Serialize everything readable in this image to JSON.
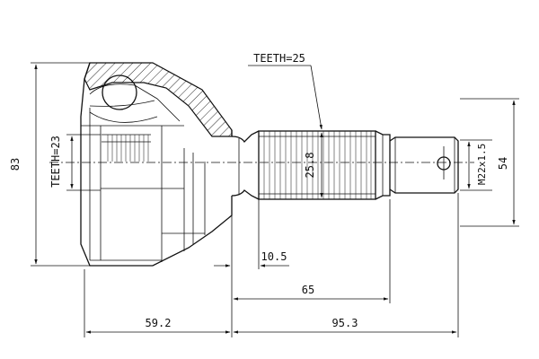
{
  "labels": {
    "teeth_outer": "TEETH=25",
    "teeth_inner": "TEETH=23",
    "spline_dia": "25.8",
    "thread": "M22x1.5",
    "outer_dia": "83",
    "seal_dia": "54",
    "shoulder": "10.5",
    "spline_len": "65",
    "body_len": "59.2",
    "stem_len": "95.3"
  }
}
